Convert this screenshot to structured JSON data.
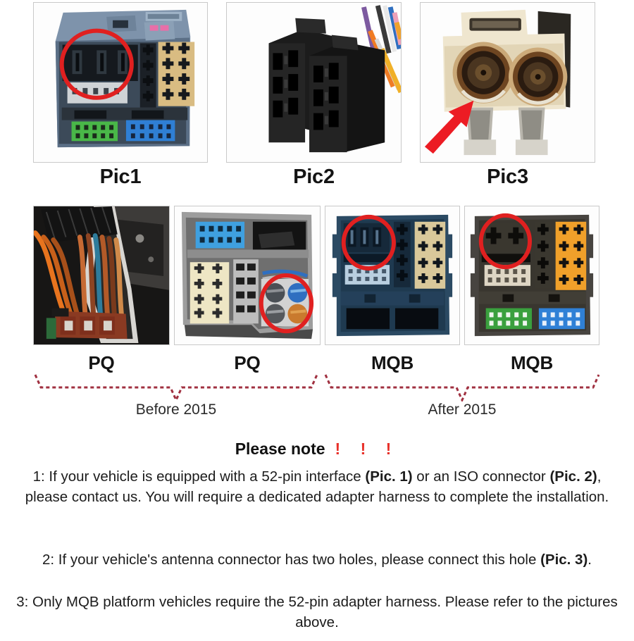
{
  "top_row": [
    {
      "caption": "Pic1",
      "subject": "52-pin quadlock connector, blue-grey housing, red circle highlight on upper-left black pin block"
    },
    {
      "caption": "Pic2",
      "subject": "Black ISO connector pair with colored wire loom"
    },
    {
      "caption": "Pic3",
      "subject": "Cream fakra double antenna connector, red arrow pointing at left hole"
    }
  ],
  "mid_row": [
    {
      "caption": "PQ",
      "subject": "Vehicle dash wiring loom with orange and brown wires"
    },
    {
      "caption": "PQ",
      "subject": "Grey connector back shell with red circle over four round antenna holes"
    },
    {
      "caption": "MQB",
      "subject": "Dark blue 52-pin connector, red circle at top-left pin block"
    },
    {
      "caption": "MQB",
      "subject": "Black 52-pin connector with orange, green and blue blocks, red circle at top-left"
    }
  ],
  "braces": [
    {
      "label": "Before 2015"
    },
    {
      "label": "After 2015"
    }
  ],
  "notes_heading": {
    "text": "Please note",
    "marks": "! ! !"
  },
  "notes": [
    {
      "id": "note-1",
      "segments": [
        {
          "text": "1: If your vehicle is equipped with a 52-pin interface ",
          "bold": false
        },
        {
          "text": "(Pic. 1)",
          "bold": true
        },
        {
          "text": " or an ISO connector ",
          "bold": false
        },
        {
          "text": "(Pic. 2)",
          "bold": true
        },
        {
          "text": ", please contact us. You will require a dedicated adapter harness to complete the installation.",
          "bold": false
        }
      ]
    },
    {
      "id": "note-2",
      "segments": [
        {
          "text": "2: If your vehicle's antenna connector has two holes, please connect this hole ",
          "bold": false
        },
        {
          "text": "(Pic. 3)",
          "bold": true
        },
        {
          "text": ".",
          "bold": false
        }
      ]
    },
    {
      "id": "note-3",
      "segments": [
        {
          "text": "3: Only MQB platform vehicles require the 52-pin adapter harness. Please refer to the pictures above.",
          "bold": false
        }
      ]
    }
  ],
  "colors": {
    "highlight_circle": "#e02020",
    "arrow": "#ec1c24",
    "brace": "#a03040",
    "exclamation": "#e8312a",
    "panel_border": "#c9c9c9",
    "caption_text": "#141414"
  }
}
